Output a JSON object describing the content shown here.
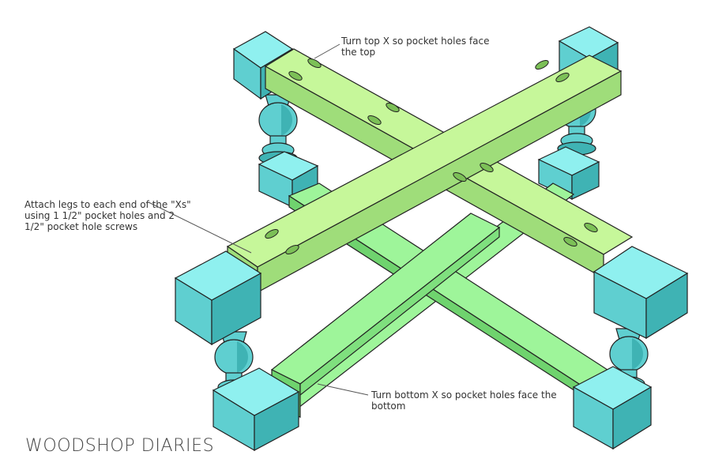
{
  "callouts": {
    "top": "Turn top X so pocket holes face the top",
    "legs": "Attach legs to each end of the \"Xs\" using 1 1/2\" pocket holes and 2 1/2\" pocket hole screws",
    "bottom": "Turn bottom X so pocket holes face the bottom"
  },
  "brand": "WOODSHOP DIARIES",
  "colors": {
    "leg_top": "#8ff0ef",
    "leg_left": "#5fcfd0",
    "leg_right": "#3fb3b4",
    "top_board_face": "#c6f79a",
    "top_board_side": "#9fdd7a",
    "bottom_board_face": "#9ef59a",
    "bottom_board_side": "#6fd36e",
    "outline": "#222222"
  }
}
